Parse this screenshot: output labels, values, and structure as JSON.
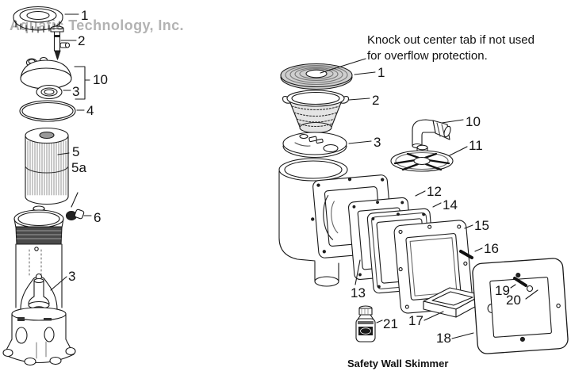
{
  "watermark": "Aquatic Technology, Inc.",
  "note": {
    "line1": "Knock out center tab if not used",
    "line2": "for overflow protection."
  },
  "caption": "Safety Wall Skimmer",
  "colors": {
    "line": "#1a1a1a",
    "watermark_gray": "#b3b3b3",
    "shade_gray": "#cfcfcf"
  },
  "filter": {
    "labels": {
      "lock_ring": "1",
      "air_valve": "2",
      "lid_group": "10",
      "lid_oring": "3",
      "tank_oring": "4",
      "cartridge": "5",
      "cartridge_alt": "5a",
      "drain_plug": "6",
      "standpipe": "3"
    }
  },
  "skimmer": {
    "labels": {
      "lid": "1",
      "basket": "2",
      "collar_plate": "3",
      "hose_elbow": "10",
      "vacuum_plate": "11",
      "gasket_front": "12",
      "gasket_stack": "13",
      "gasket_rear": "14",
      "mounting_plate": "15",
      "screw": "16",
      "weir_tray": "17",
      "cover_plate": "18",
      "cover_screw": "19",
      "cover_hole": "20",
      "lubricant": "21"
    }
  }
}
